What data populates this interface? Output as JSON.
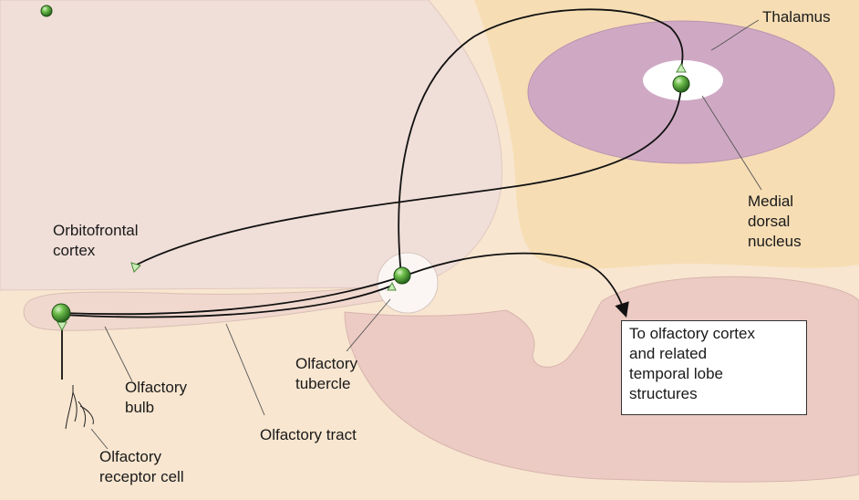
{
  "labels": {
    "thalamus": "Thalamus",
    "medial_dorsal_nucleus": "Medial\ndorsal\nnucleus",
    "orbitofrontal_cortex": "Orbitofrontal\ncortex",
    "olfactory_tubercle": "Olfactory\ntubercle",
    "olfactory_bulb": "Olfactory\nbulb",
    "olfactory_tract": "Olfactory tract",
    "olfactory_receptor_cell": "Olfactory\nreceptor cell"
  },
  "callout": {
    "text": "To olfactory cortex\nand related\ntemporal lobe\nstructures"
  },
  "colors": {
    "frontal_lobe": "#f0ded8",
    "white_matter": "#f8e6d0",
    "thalamus_region": "#f6ddb4",
    "medial_dorsal_nucleus": "#cfa9c4",
    "temporal_lobe": "#ebcbc3",
    "olfactory_bulb": "#f0d8ce",
    "neuron": "#3e8e2e",
    "pathway": "#111111"
  }
}
